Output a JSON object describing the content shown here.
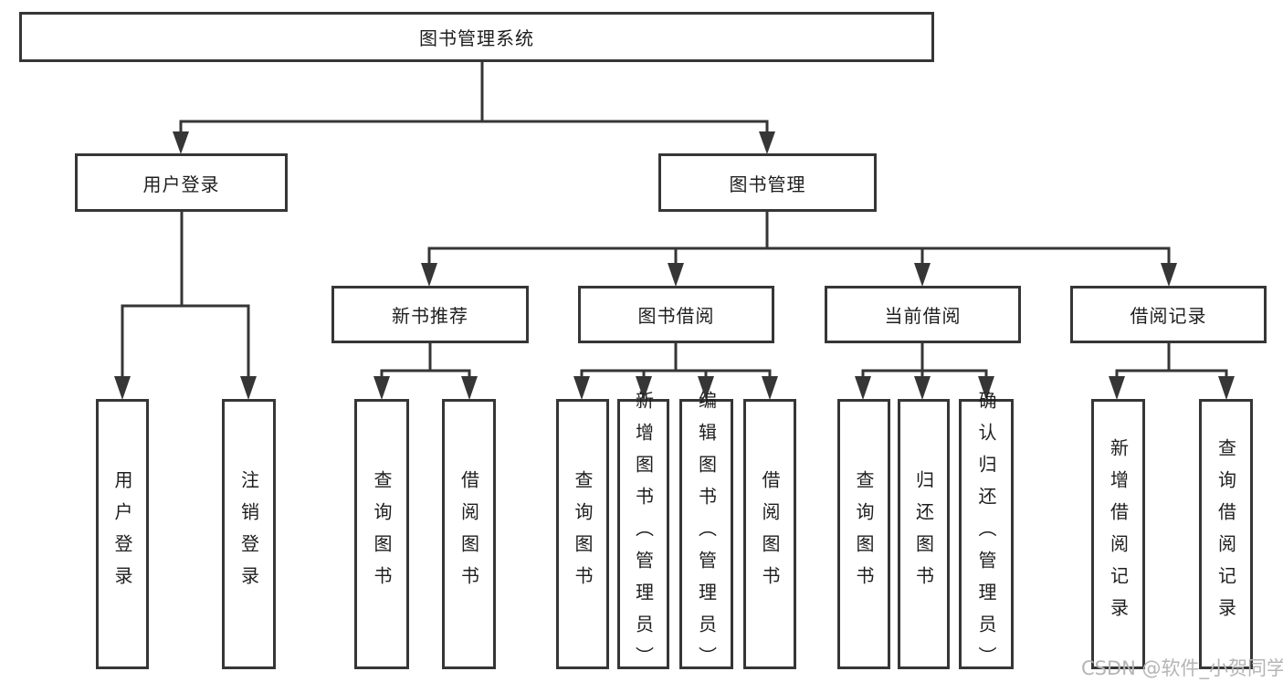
{
  "title": "图书管理系统",
  "tree": {
    "root": {
      "label": "图书管理系统",
      "children": [
        {
          "label": "用户登录",
          "children": [
            {
              "label": "用户登录"
            },
            {
              "label": "注销登录"
            }
          ]
        },
        {
          "label": "图书管理",
          "children": [
            {
              "label": "新书推荐",
              "children": [
                {
                  "label": "查询图书"
                },
                {
                  "label": "借阅图书"
                }
              ]
            },
            {
              "label": "图书借阅",
              "children": [
                {
                  "label": "查询图书"
                },
                {
                  "label": "新增图书（管理员）"
                },
                {
                  "label": "编辑图书（管理员）"
                },
                {
                  "label": "借阅图书"
                }
              ]
            },
            {
              "label": "当前借阅",
              "children": [
                {
                  "label": "查询图书"
                },
                {
                  "label": "归还图书"
                },
                {
                  "label": "确认归还（管理员）"
                }
              ]
            },
            {
              "label": "借阅记录",
              "children": [
                {
                  "label": "新增借阅记录"
                },
                {
                  "label": "查询借阅记录"
                }
              ]
            }
          ]
        }
      ]
    }
  },
  "watermark": {
    "text": "CSDN @软件_小贺同学"
  },
  "colors": {
    "line": "#363636",
    "box_border": "#363636",
    "text": "#1e1e1e",
    "watermark": "#b5b5b5",
    "background": "#ffffff"
  }
}
